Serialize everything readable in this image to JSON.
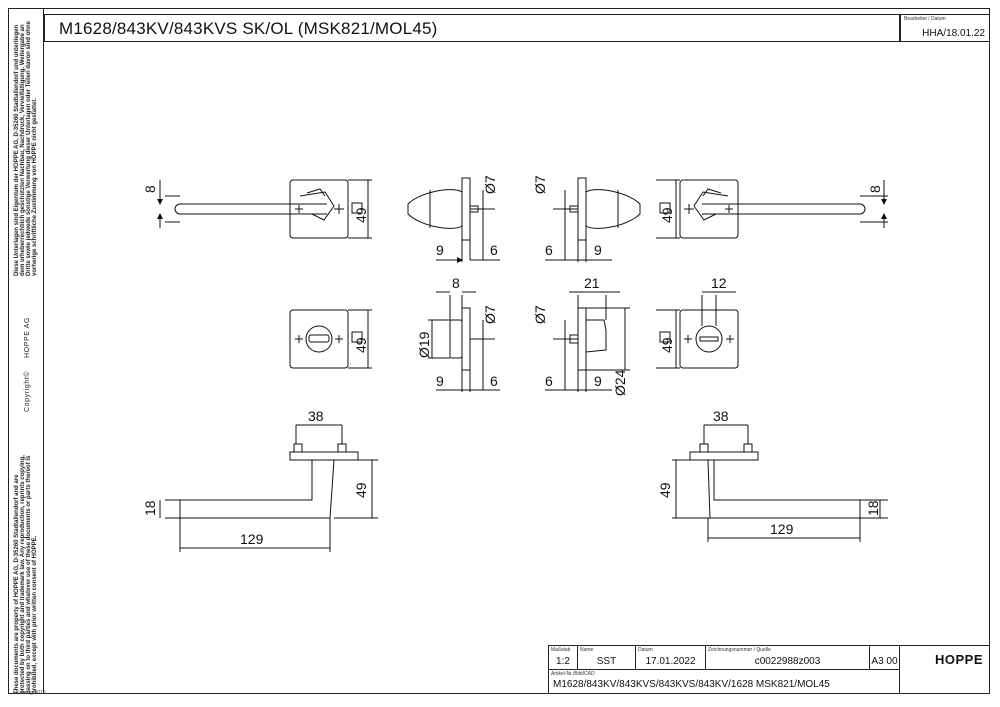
{
  "header": {
    "title": "M1628/843KV/843KVS SK/OL (MSK821/MOL45)",
    "rev_label": "Bearbeitet / Datum",
    "rev_value": "HHA/18.01.22"
  },
  "left_margin": {
    "german_notice": "Diese Unterlagen sind Eigentum der HOPPE AG, D-35260 Stadtallendorf und unterliegen dem urheberrechtlich geschützten Nachbau, Nachdruck, Vervielfältigung. Weitergabe an Dritte sowie jedwede sonstige Verwertung dieser Unterlagen oder Teilen davon sind ohne vorherige schriftliche Zustimmung von HOPPE nicht gestattet.",
    "company": "HOPPE AG",
    "copyright": "Copyright©",
    "english_notice": "These documents are property of HOPPE AG, D-35260 Stadtallendorf and are protected by both copyright and trademark law. Any reproduction, reprints copying, passing on to third parties and whatever use of these documents or parts thereof is prohibited, except with prior written consent of HOPPE.",
    "footer": "Katalog 2016"
  },
  "dimensions": {
    "d8": "8",
    "d49": "49",
    "d7": "Ø7",
    "d9": "9",
    "d6": "6",
    "d19": "Ø19",
    "d24": "Ø24",
    "d21": "21",
    "d12": "12",
    "d38": "38",
    "d18": "18",
    "d129": "129"
  },
  "title_block": {
    "scale_label": "Maßstab",
    "scale": "1:2",
    "name_label": "Name",
    "name": "SST",
    "date_label": "Datum",
    "date": "17.01.2022",
    "drawing_no_label": "Zeichnungsnummer / Quelle",
    "drawing_no": "c0022988z003",
    "format": "A3 00",
    "article_label": "Artikel-Nr./Bild/CAD",
    "article": "M1628/843KV/843KVS/843KVS/843KV/1628   MSK821/MOL45",
    "logo": "HOPPE"
  }
}
